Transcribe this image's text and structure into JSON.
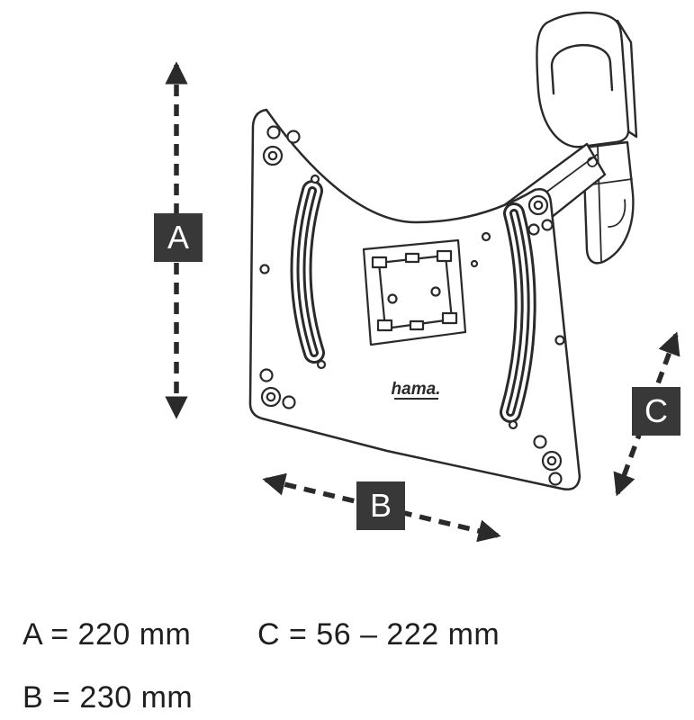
{
  "diagram": {
    "title": "TV wall mount dimension diagram",
    "logo_text": "hama.",
    "colors": {
      "line": "#2a2a2a",
      "label_background": "#383838",
      "label_text": "#ffffff",
      "background": "#ffffff"
    },
    "dimension_labels": {
      "a": "A",
      "b": "B",
      "c": "C"
    },
    "measurements": {
      "a": "A = 220 mm",
      "b": "B = 230 mm",
      "c": "C = 56 – 222 mm"
    }
  }
}
